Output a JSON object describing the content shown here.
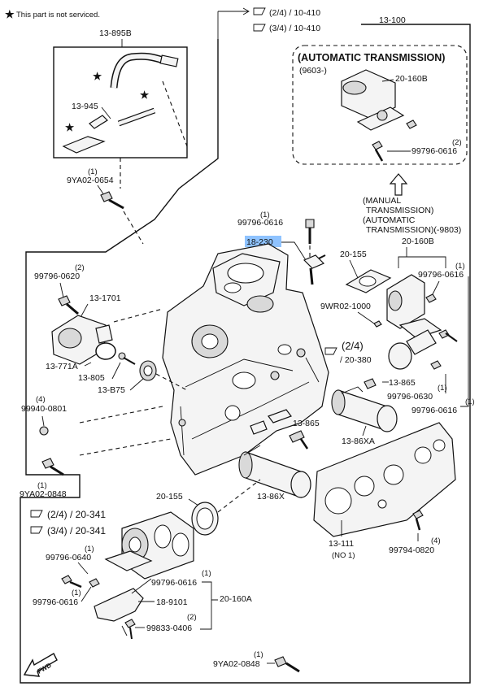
{
  "legend": {
    "text": "This part is not serviced."
  },
  "refs": {
    "r24_410": "(2/4) / 10-410",
    "r34_410": "(3/4) / 10-410",
    "r24_380": "(2/4)",
    "r380": "/ 20-380",
    "r24_341": "(2/4) / 20-341",
    "r34_341": "(3/4) / 20-341"
  },
  "auto_box": {
    "title": "(AUTOMATIC TRANSMISSION)",
    "subtitle": "(9603-)",
    "ref": "13-100"
  },
  "trans_note": [
    "(MANUAL",
    "TRANSMISSION)",
    "(AUTOMATIC",
    "TRANSMISSION)(-9803)"
  ],
  "parts": {
    "p13_895b": "13-895B",
    "p13_945": "13-945",
    "p9ya02_0654": "9YA02-0654",
    "q1": "(1)",
    "q2": "(2)",
    "q4": "(4)",
    "p20_160b": "20-160B",
    "p99796_0616": "99796-0616",
    "p18_230": "18-230",
    "p20_155": "20-155",
    "p99796_0620": "99796-0620",
    "p13_1701": "13-1701",
    "p13_771a": "13-771A",
    "p13_805": "13-805",
    "p13_875": "13-B75",
    "p9wr02_1000": "9WR02-1000",
    "p13_865": "13-865",
    "p99796_0630": "99796-0630",
    "p13_86xa": "13-86XA",
    "p13_86x": "13-86X",
    "p99940_0801": "99940-0801",
    "p9ya02_0848": "9YA02-0848",
    "p99796_0640": "99796-0640",
    "p20_160a": "20-160A",
    "p18_9101": "18-9101",
    "p99833_0406": "99833-0406",
    "p13_111": "13-111",
    "no1": "(NO 1)",
    "p99794_0820": "99794-0820"
  },
  "fwd_label": "FWD"
}
